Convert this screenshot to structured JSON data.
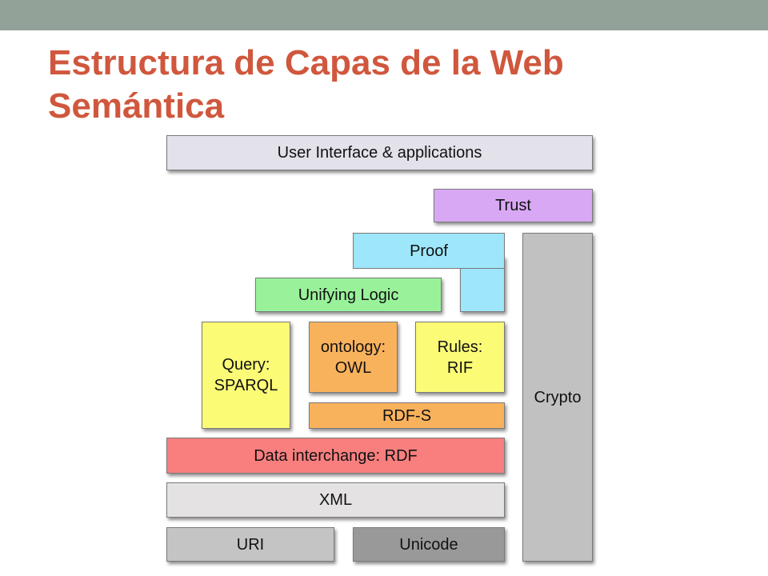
{
  "slide": {
    "title": "Estructura de Capas de la Web Semántica"
  },
  "diagram": {
    "layers": {
      "ui": {
        "label": "User Interface & applications",
        "color": "#e3e1ea"
      },
      "trust": {
        "label": "Trust",
        "color": "#d9a8f5"
      },
      "proof": {
        "label": "Proof",
        "color": "#9ee6fa"
      },
      "crypto": {
        "label": "Crypto",
        "color": "#c1c1c1"
      },
      "unifying_logic": {
        "label": "Unifying Logic",
        "color": "#99f29a"
      },
      "query": {
        "label": "Query:\nSPARQL",
        "color": "#fbfb76"
      },
      "ontology": {
        "label": "ontology:\nOWL",
        "color": "#f9b25c"
      },
      "rules": {
        "label": "Rules:\nRIF",
        "color": "#fbfb76"
      },
      "rdfs": {
        "label": "RDF-S",
        "color": "#f9b25c"
      },
      "rdf": {
        "label": "Data interchange: RDF",
        "color": "#f97f7f"
      },
      "xml": {
        "label": "XML",
        "color": "#e4e2e2"
      },
      "uri": {
        "label": "URI",
        "color": "#c4c4c4"
      },
      "unicode": {
        "label": "Unicode",
        "color": "#999999"
      }
    }
  }
}
